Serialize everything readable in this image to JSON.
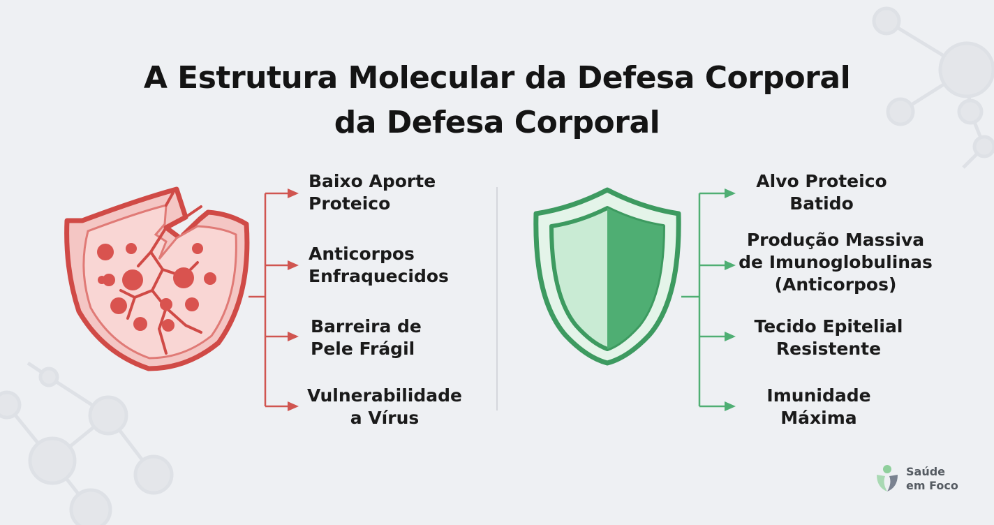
{
  "title": {
    "line1": "A Estrutura Molecular da Defesa Corporal",
    "line2": "da Defesa Corporal"
  },
  "left_items": [
    {
      "line1": "Baixo Aporte",
      "line2": "Proteico"
    },
    {
      "line1": "Anticorpos",
      "line2": "Enfraquecidos"
    },
    {
      "line1": "Barreira de",
      "line2": "Pele Frágil"
    },
    {
      "line1": "Vulnerabilidade",
      "line2": "a Vírus"
    }
  ],
  "right_items": [
    {
      "line1": "Alvo Proteico",
      "line2": "Batido"
    },
    {
      "line1": "Produção Massiva",
      "line2": "de Imunoglobulinas",
      "line3": "(Anticorpos)"
    },
    {
      "line1": "Tecido Epitelial",
      "line2": "Resistente"
    },
    {
      "line1": "Imunidade",
      "line2": "Máxima"
    }
  ],
  "logo": {
    "line1": "Saúde",
    "line2": "em Foco"
  },
  "colors": {
    "weak": "#d9534f",
    "strong": "#3fa56a",
    "text": "#141414"
  },
  "icons": {
    "left": "cracked-shield-icon",
    "right": "shield-icon",
    "logo": "person-leaf-icon"
  }
}
